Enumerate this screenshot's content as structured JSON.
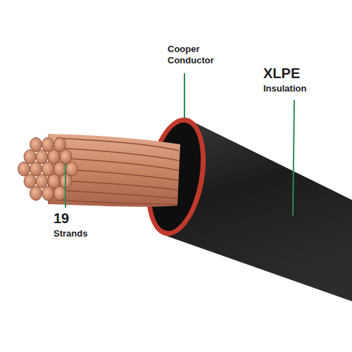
{
  "diagram": {
    "labels": [
      "Cooper Conductor",
      "XLPE",
      "Insulation",
      "19",
      "Strands"
    ]
  }
}
